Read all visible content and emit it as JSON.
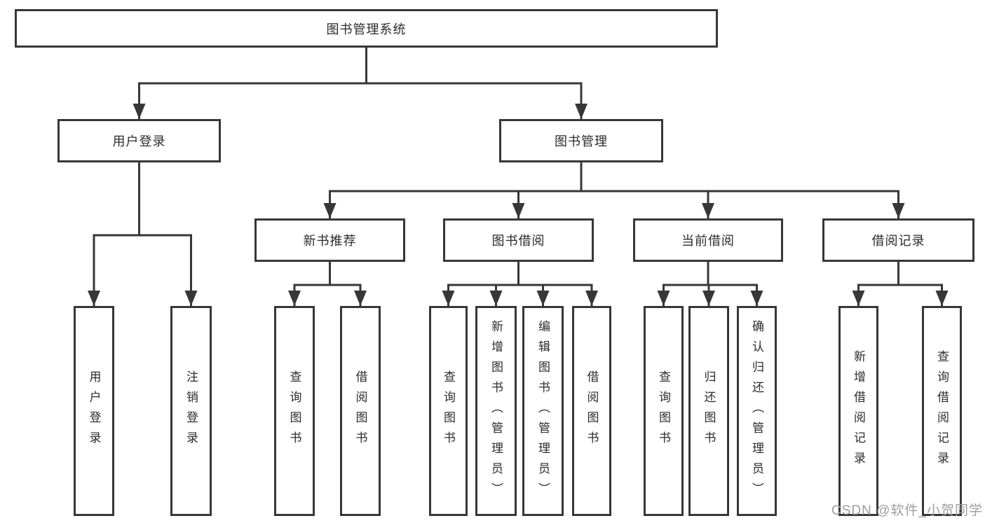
{
  "tree": {
    "label": "图书管理系统",
    "children": [
      {
        "label": "用户登录",
        "children": [
          {
            "label": "用户登录"
          },
          {
            "label": "注销登录"
          }
        ]
      },
      {
        "label": "图书管理",
        "children": [
          {
            "label": "新书推荐",
            "children": [
              {
                "label": "查询图书"
              },
              {
                "label": "借阅图书"
              }
            ]
          },
          {
            "label": "图书借阅",
            "children": [
              {
                "label": "查询图书"
              },
              {
                "label": "新增图书（管理员）"
              },
              {
                "label": "编辑图书（管理员）"
              },
              {
                "label": "借阅图书"
              }
            ]
          },
          {
            "label": "当前借阅",
            "children": [
              {
                "label": "查询图书"
              },
              {
                "label": "归还图书"
              },
              {
                "label": "确认归还（管理员）"
              }
            ]
          },
          {
            "label": "借阅记录",
            "children": [
              {
                "label": "新增借阅记录"
              },
              {
                "label": "查询借阅记录"
              }
            ]
          }
        ]
      }
    ]
  },
  "watermark": {
    "text": "CSDN @软件_小贺同学"
  },
  "colors": {
    "line": "#373737",
    "text": "#2b2b2b",
    "watermark": "#9d9d9d",
    "background": "#ffffff"
  }
}
